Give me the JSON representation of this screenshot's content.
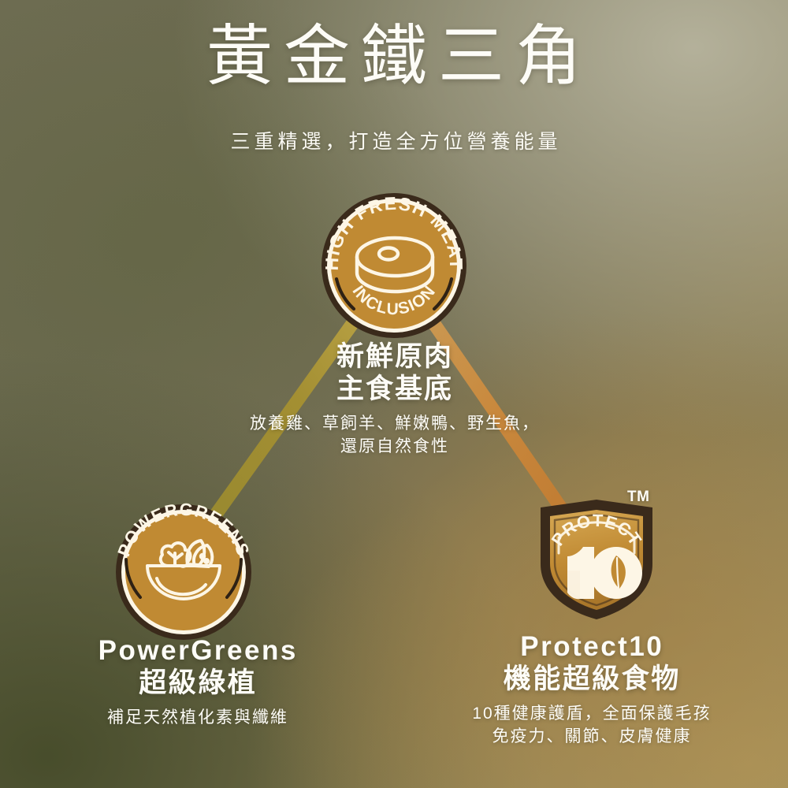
{
  "header": {
    "title": "黃金鐵三角",
    "subtitle": "三重精選，打造全方位營養能量"
  },
  "colors": {
    "badge_gold": "#c08a33",
    "badge_gold_light": "#d3a34a",
    "badge_outline_dark": "#3a2a1b",
    "badge_ring_cream": "#fdf6e6",
    "text_cream": "#fdfcf7",
    "bg_olive": "#6b6a4f",
    "bg_olive_dark": "#4c4f2e",
    "bg_tan": "#9e9c8a",
    "bg_gold": "#9c8a5c",
    "line_olive_yellow": "#a89230",
    "line_orange": "#c8822f"
  },
  "pillars": [
    {
      "id": "fresh-meat",
      "badge": {
        "type": "circle-badge",
        "arc_top_text": "HIGH FRESH MEAT",
        "arc_bottom_text": "INCLUSION",
        "icon": "steak-icon"
      },
      "heading_line1": "新鮮原肉",
      "heading_line2": "主食基底",
      "desc_line1": "放養雞、草飼羊、鮮嫩鴨、野生魚，",
      "desc_line2": "還原自然食性"
    },
    {
      "id": "power-greens",
      "badge": {
        "type": "circle-badge",
        "arc_top_text": "POWERGREENS",
        "arc_bottom_text": "",
        "icon": "salad-bowl-icon"
      },
      "heading_line1": "PowerGreens",
      "heading_line2": "超級綠植",
      "desc_line1": "補足天然植化素與纖維",
      "desc_line2": ""
    },
    {
      "id": "protect10",
      "badge": {
        "type": "shield-badge",
        "arc_top_text": "PROTECT",
        "arc_bottom_text": "10",
        "icon": "shield-leaf-icon",
        "trademark": "TM"
      },
      "heading_line1": "Protect10",
      "heading_line2": "機能超級食物",
      "desc_line1": "10種健康護盾，全面保護毛孩",
      "desc_line2": "免疫力、關節、皮膚健康"
    }
  ]
}
